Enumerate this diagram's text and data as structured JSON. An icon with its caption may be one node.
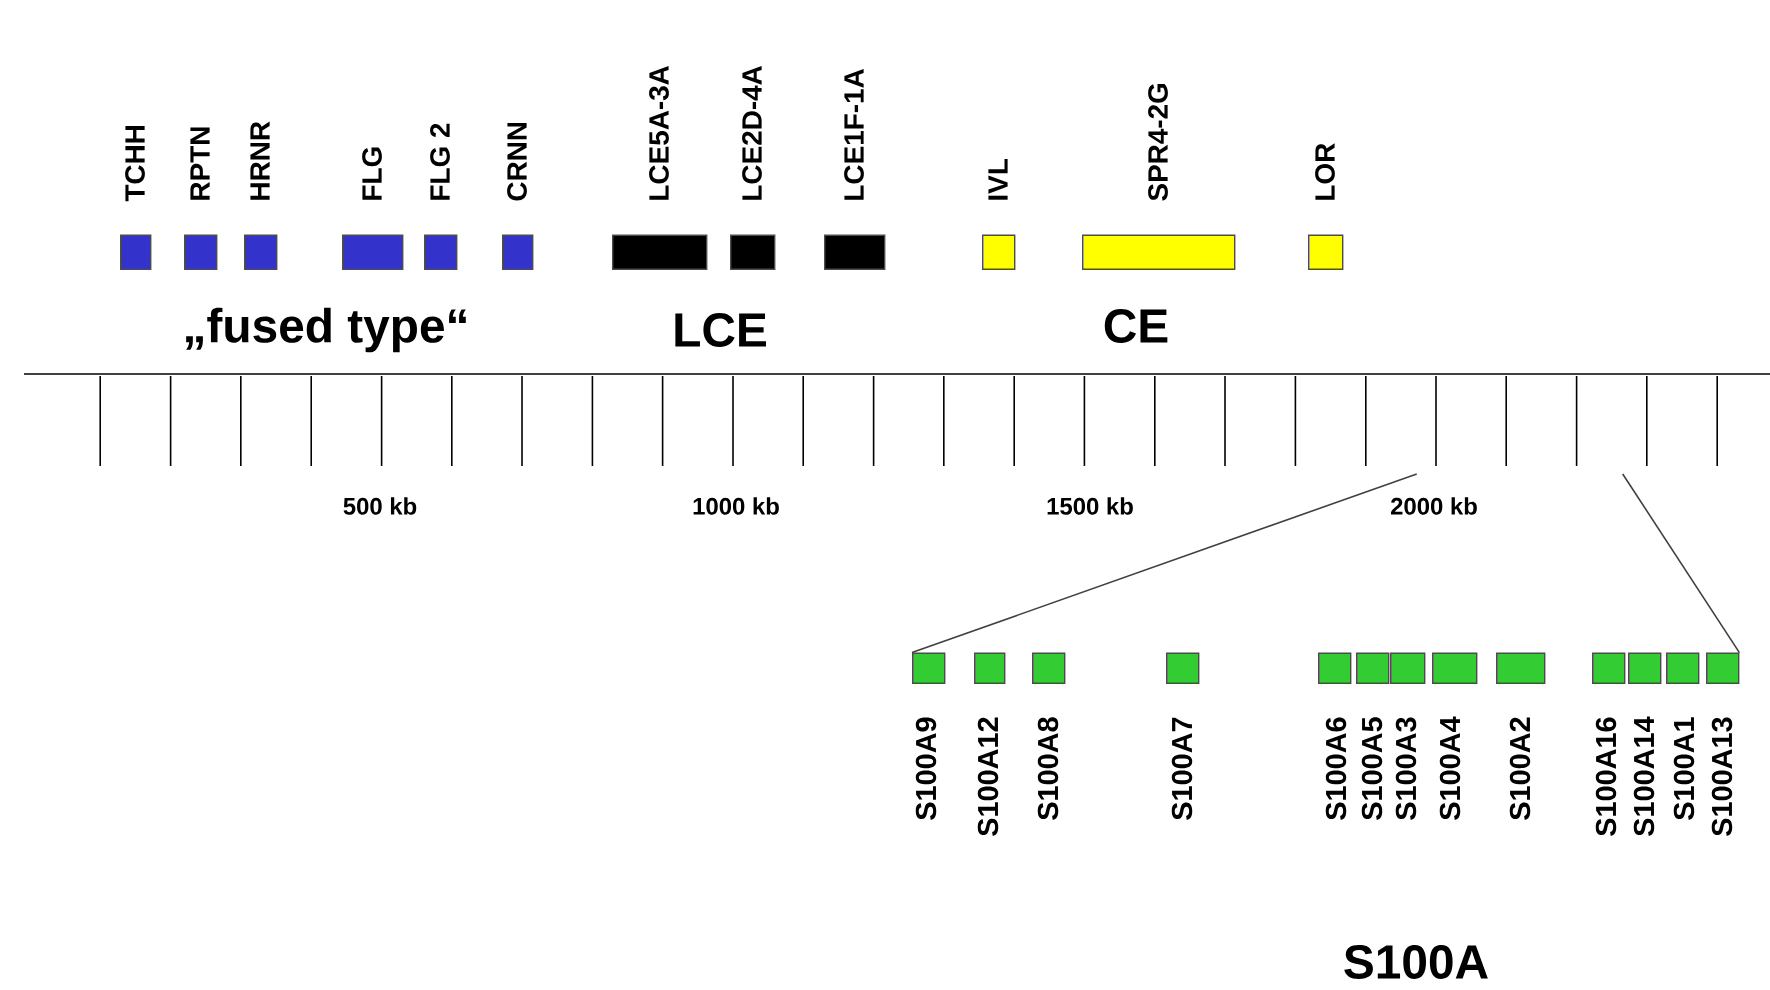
{
  "diagram": {
    "nodes": [
      {
        "text": [
          "TCHH"
        ]
      },
      {
        "text": [
          "RPTN"
        ]
      },
      {
        "text": [
          "HRNR"
        ]
      },
      {
        "text": [
          "FLG"
        ]
      },
      {
        "text": [
          "FLG 2"
        ]
      },
      {
        "text": [
          "CRNN"
        ]
      },
      {
        "text": [
          "LCE5A-3A"
        ]
      },
      {
        "text": [
          "LCE2D-4A"
        ]
      },
      {
        "text": [
          "LCE1F-1A"
        ]
      },
      {
        "text": [
          "IVL"
        ]
      },
      {
        "text": [
          "SPR4-2G"
        ]
      },
      {
        "text": [
          "LOR"
        ]
      },
      {
        "text": [],
        "shape": "bar"
      },
      {
        "text": [
          "S100A9"
        ]
      },
      {
        "text": [
          "S100A12"
        ]
      },
      {
        "text": [
          "S100A8"
        ]
      },
      {
        "text": [
          "S100A7"
        ]
      },
      {
        "text": [
          "S100A6"
        ]
      },
      {
        "text": [
          "S100A5"
        ]
      },
      {
        "text": [
          "S100A3"
        ]
      },
      {
        "text": [
          "S100A4"
        ]
      },
      {
        "text": [
          "S100A2"
        ]
      },
      {
        "text": [
          "S100A16"
        ]
      },
      {
        "text": [
          "S100A14"
        ]
      },
      {
        "text": [
          "S100A1"
        ]
      },
      {
        "text": [
          "S100A13"
        ]
      }
    ],
    "edges": [
      {
        "from": 12,
        "to": 13,
        "arrow": "none"
      },
      {
        "from": 12,
        "to": 25,
        "arrow": "none"
      }
    ],
    "labels": [
      "„fused type“",
      "LCE",
      "CE",
      "500 kb",
      "1000 kb",
      "1500 kb",
      "2000 kb",
      "S100A"
    ]
  }
}
